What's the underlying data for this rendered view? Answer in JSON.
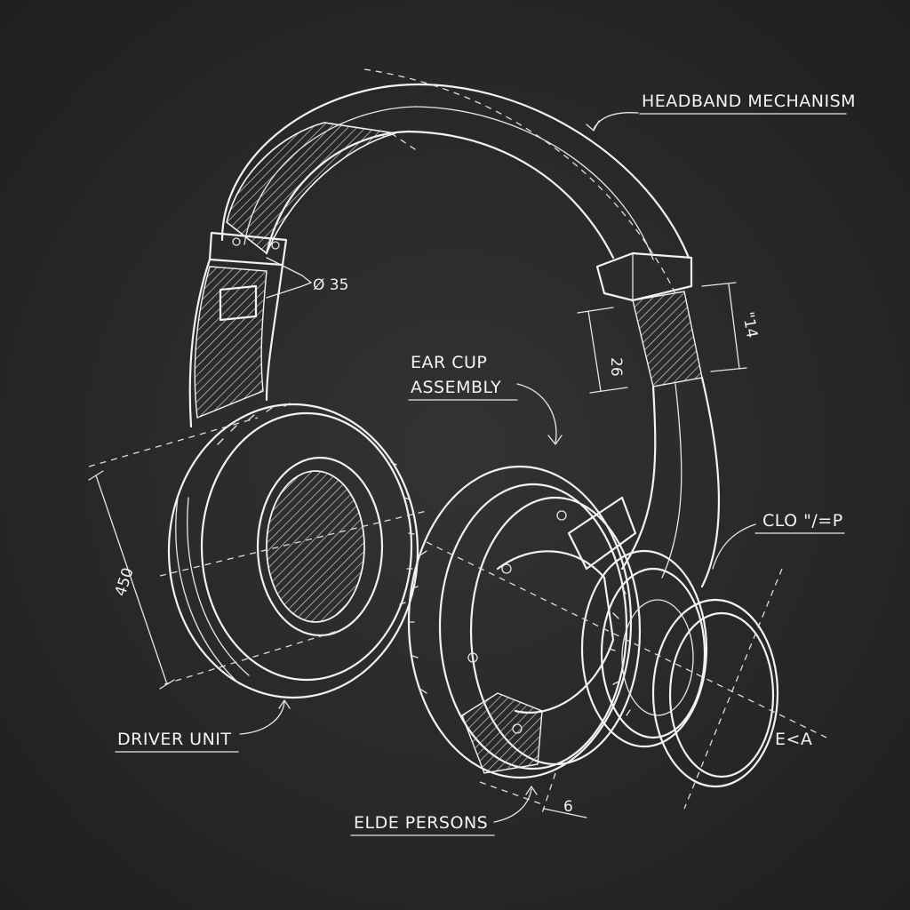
{
  "labels": {
    "headband": "HEADBAND MECHANISM",
    "ear_cup_line1": "EAR CUP",
    "ear_cup_line2": "ASSEMBLY",
    "driver": "DRIVER UNIT",
    "elde": "ELDE PERSONS",
    "clo": "CLO \"/=P",
    "exa": "E<A"
  },
  "dimensions": {
    "pin": "Ø 35",
    "slider_left": "26",
    "slider_right": "\"14",
    "cup_height": "450",
    "cup_depth": "6"
  },
  "colors": {
    "background": "#2b2b2b",
    "chalk": "#f2f2f2"
  }
}
